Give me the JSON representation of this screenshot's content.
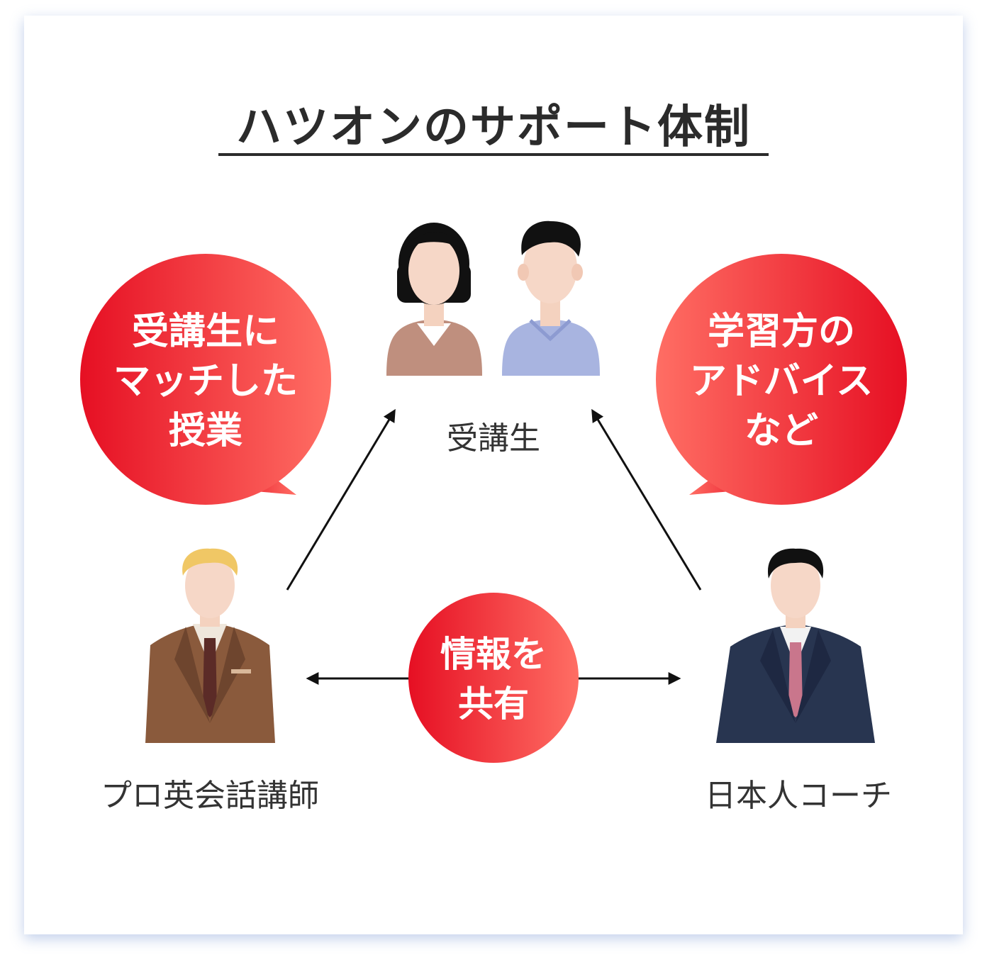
{
  "title": "ハツオンのサポート体制",
  "nodes": {
    "students": "受講生",
    "teacher": "プロ英会話講師",
    "coach": "日本人コーチ"
  },
  "bubbles": {
    "left": [
      "受講生に",
      "マッチした",
      "授業"
    ],
    "right": [
      "学習方の",
      "アドバイス",
      "など"
    ],
    "center": [
      "情報を",
      "共有"
    ]
  },
  "colors": {
    "accent_red": "#e60f23",
    "accent_coral": "#ff6e64",
    "text_dark": "#2b2b2b"
  }
}
